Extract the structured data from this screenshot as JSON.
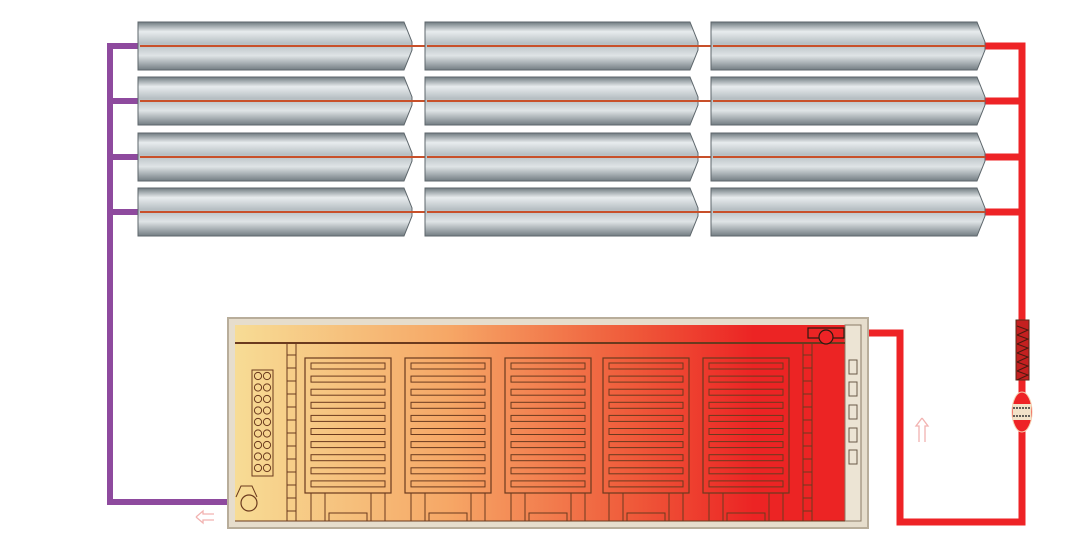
{
  "diagram": {
    "collector": {
      "rows": 4,
      "columns": 3
    },
    "dryer": {
      "tray_racks": 5,
      "slats_per_rack": 10
    },
    "colors": {
      "cold_pipe": "#8e4a9e",
      "hot_pipe": "#ee2326",
      "tube_light": "#e4e8ea",
      "tube_dark": "#8a9499",
      "absorber_line": "#c8502a",
      "chamber_cool": "#f7dc95",
      "chamber_hot": "#ec2424",
      "casing": "#e6ddcc",
      "outline": "#6b3a1e",
      "flow_arrow": "#f2b2b0"
    }
  }
}
